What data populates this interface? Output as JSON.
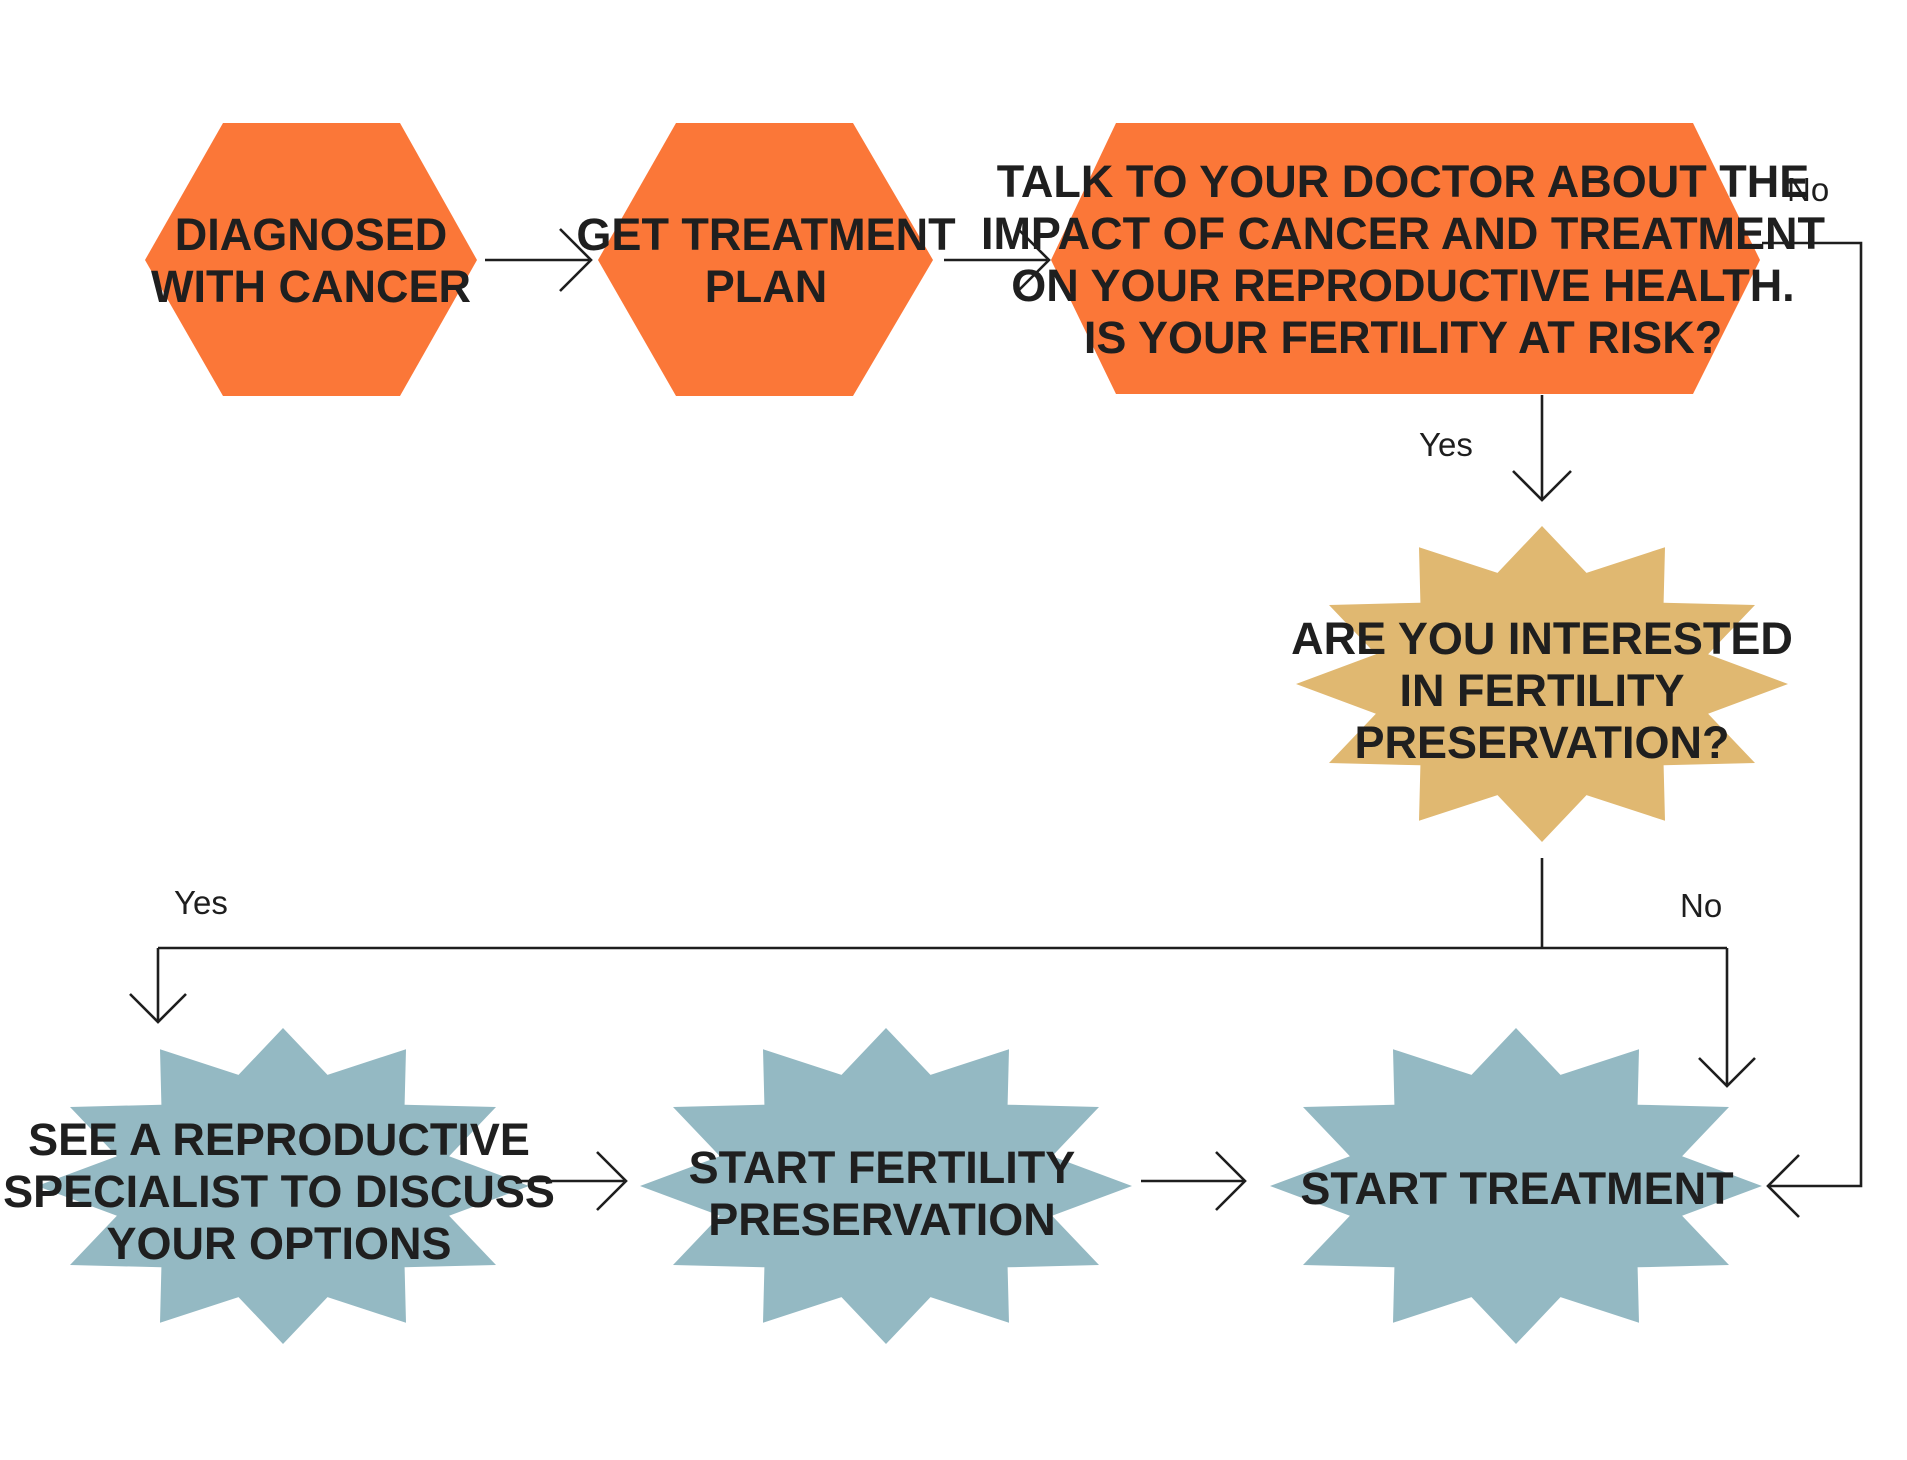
{
  "nodes": {
    "diagnosed": {
      "lines": [
        "DIAGNOSED",
        "WITH CANCER"
      ]
    },
    "treatment_plan": {
      "lines": [
        "GET TREATMENT",
        "PLAN"
      ]
    },
    "talk_doctor": {
      "lines": [
        "TALK TO YOUR DOCTOR ABOUT THE",
        "IMPACT OF CANCER AND TREATMENT",
        "ON YOUR REPRODUCTIVE HEALTH.",
        "IS YOUR FERTILITY AT RISK?"
      ]
    },
    "interested": {
      "lines": [
        "ARE YOU INTERESTED",
        "IN FERTILITY",
        "PRESERVATION?"
      ]
    },
    "see_specialist": {
      "lines": [
        "SEE A REPRODUCTIVE",
        "SPECIALIST TO DISCUSS",
        "YOUR OPTIONS"
      ]
    },
    "start_preservation": {
      "lines": [
        "START FERTILITY",
        "PRESERVATION"
      ]
    },
    "start_treatment": {
      "lines": [
        "START TREATMENT"
      ]
    }
  },
  "edge_labels": {
    "risk_no": "No",
    "risk_yes": "Yes",
    "interested_yes": "Yes",
    "interested_no": "No"
  },
  "colors": {
    "hexagon_fill": "#fb7738",
    "gold_star_fill": "#e0b871",
    "blue_star_fill": "#94b9c3",
    "text": "#1f1f1f",
    "connector": "#1e1e1e"
  }
}
